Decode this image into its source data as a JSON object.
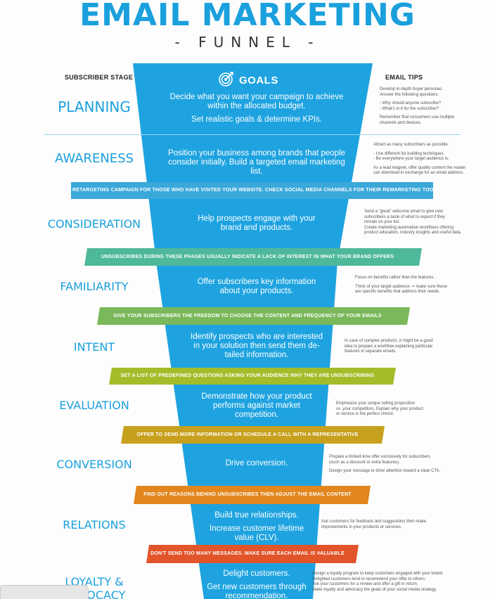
{
  "header": {
    "title": "EMAIL MARKETING",
    "subtitle": "- FUNNEL -"
  },
  "columns": {
    "stage": "SUBSCRIBER STAGE",
    "goals": "GOALS",
    "tips": "EMAIL TIPS"
  },
  "colors": {
    "funnel_blue": "#1ea3e0",
    "title_blue": "#1aa0dd"
  },
  "stages": [
    {
      "name": "PLANNING",
      "goal": [
        "Decide what you want your campaign to achieve",
        "within the allocated budget.",
        "",
        "Set realistic goals & determine KPIs."
      ],
      "tips": [
        "Develop in-depth buyer personas.",
        "Answer the following questions:",
        "",
        "- Why should anyone subscribe?",
        "- What's in it for the subscriber?",
        "",
        "Remember that consumers use multiple",
        "channels and devices."
      ]
    },
    {
      "name": "AWARENESS",
      "goal": [
        "Position your business among brands that people",
        "consider initially. Build a targeted email marketing list."
      ],
      "tips": [
        "Attract as many subscribers as possible:",
        "",
        "- Use different list building techniques.",
        "- Be everywhere your target audience is.",
        "",
        "As a lead magnet, offer quality content the reader",
        "can download in exchange for an email address."
      ]
    },
    {
      "name": "CONSIDERATION",
      "goal": [
        "Help prospects engage with your",
        "brand and products."
      ],
      "tips": [
        "Send a \"great\" welcome email to give new",
        "subscribers a taste of what to expect if they",
        "remain on your list.",
        "Create marketing automation workflows offering",
        "product education, industry insights and useful data."
      ]
    },
    {
      "name": "FAMILIARITY",
      "goal": [
        "Offer subscribers key information",
        "about your products."
      ],
      "tips": [
        "Focus on benefits rather than the features.",
        "",
        "Think of your target audience -> make sure these",
        "are specific benefits that address their needs."
      ]
    },
    {
      "name": "INTENT",
      "goal": [
        "Identify prospects who are interested",
        "in your solution then send them de-",
        "tailed information."
      ],
      "tips": [
        "In case of complex products, it might be a good",
        "idea to prepare a workflow explaining particular",
        "features in separate emails."
      ]
    },
    {
      "name": "EVALUATION",
      "goal": [
        "Demonstrate how your product",
        "performs against market",
        "competition."
      ],
      "tips": [
        "Emphasize your unique selling proposition",
        "vs. your competitors. Explain why your product",
        "or service is the perfect choice."
      ]
    },
    {
      "name": "CONVERSION",
      "goal": [
        "Drive conversion."
      ],
      "tips": [
        "Prepare a limited-time offer exclusively for subscribers",
        "(such as a discount or extra features).",
        "",
        "Design your message to drive attention toward a clear CTA."
      ]
    },
    {
      "name": "RELATIONS",
      "goal": [
        "Build true relationships.",
        "",
        "Increase customer lifetime",
        "value (CLV)."
      ],
      "tips": [
        "Ask customers for feedback and suggestions then make",
        "improvements in your products or services."
      ]
    },
    {
      "name": "LOYALTY &\nADVOCACY",
      "goal": [
        "Delight customers.",
        "",
        "Get new customers through",
        "recommendation."
      ],
      "tips": [
        "Design a loyalty program to keep customers engaged with your brand.",
        "Delighted customers tend to recommend your offer to others.",
        "Ask your customers for a review and offer a gift in return.",
        "Make loyalty and advocacy the goals of your social media strategy."
      ]
    }
  ],
  "bands": [
    {
      "text": "RUN A RETARGETING CAMPAIGN FOR THOSE WHO HAVE VISITED YOUR WEBSITE. CHECK SOCIAL MEDIA CHANNELS FOR THEIR REMARKETING TOOLS",
      "color": "#3aa8d9"
    },
    {
      "text": "UNSUBSCRIBES DURING THESE PHASES USUALLY INDICATE A LACK OF INTEREST IN WHAT YOUR BRAND OFFERS",
      "color": "#4fb89b"
    },
    {
      "text": "GIVE YOUR SUBSCRIBERS THE FREEDOM TO CHOOSE THE CONTENT AND FREQUENCY OF YOUR EMAILS",
      "color": "#7ab85a"
    },
    {
      "text": "SET A LIST OF PREDEFINED QUESTIONS ASKING YOUR AUDIENCE WHY THEY ARE UNSUBSCRIBING",
      "color": "#a3bd2a"
    },
    {
      "text": "OFFER TO SEND MORE INFORMATION OR SCHEDULE A CALL WITH A REPRESENTATIVE",
      "color": "#c7a01e"
    },
    {
      "text": "FIND OUT REASONS BEHIND UNSUBSCRIBES THEN ADJUST THE EMAIL CONTENT",
      "color": "#e2861d"
    },
    {
      "text": "DON'T SEND TOO MANY MESSAGES. MAKE SURE EACH EMAIL IS VALUABLE",
      "color": "#e2542a"
    }
  ]
}
